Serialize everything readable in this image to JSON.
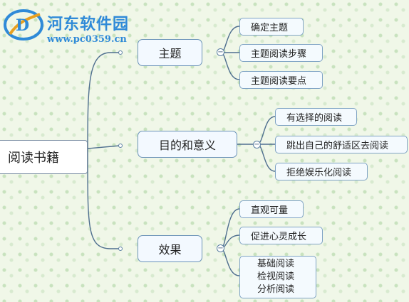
{
  "watermark": {
    "title": "河东软件园",
    "url": "www.pc0359.cn",
    "color": "#2f8ad8"
  },
  "mindmap": {
    "root": {
      "label": "阅读书籍"
    },
    "topics": [
      {
        "label": "主题",
        "children": [
          "确定主题",
          "主题阅读步骤",
          "主题阅读要点"
        ]
      },
      {
        "label": "目的和意义",
        "children": [
          "有选择的阅读",
          "跳出自己的舒适区去阅读",
          "拒绝娱乐化阅读"
        ]
      },
      {
        "label": "效果",
        "children": [
          "直观可量",
          "促进心灵成长"
        ],
        "multiline_child": [
          "基础阅读",
          "检视阅读",
          "分析阅读"
        ]
      }
    ],
    "collapse_symbol": "−",
    "line_color": "#4f6f8f"
  }
}
